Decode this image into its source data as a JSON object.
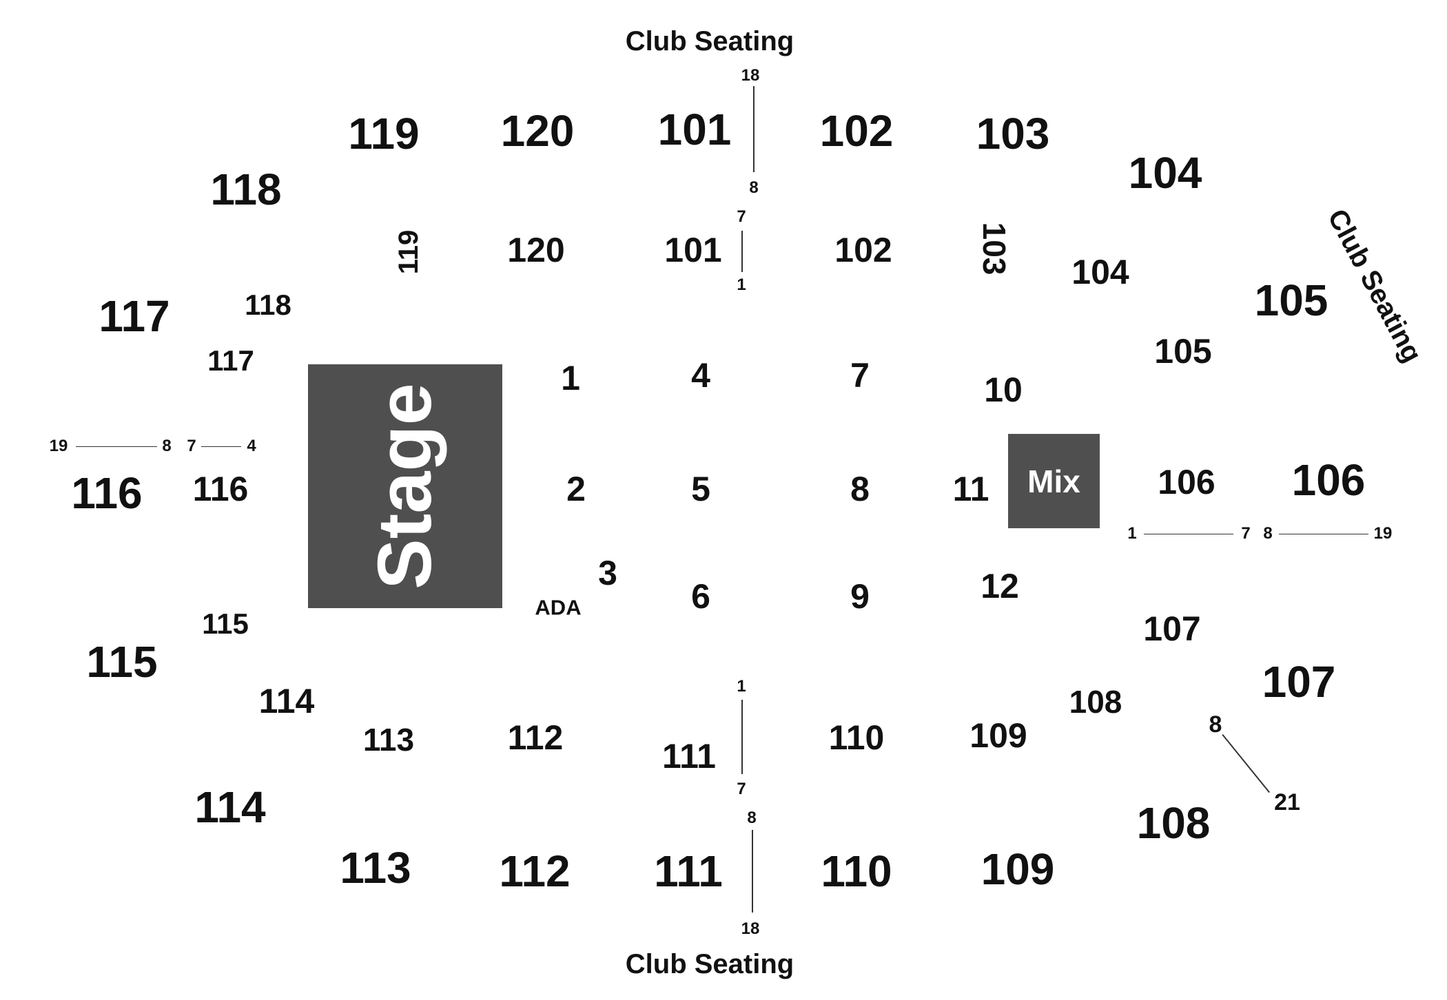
{
  "club_seating": {
    "top": "Club Seating",
    "right": "Club Seating",
    "bottom": "Club Seating"
  },
  "stage": "Stage",
  "mix": "Mix",
  "ada": "ADA",
  "outer_sections": {
    "s119": "119",
    "s120": "120",
    "s101": "101",
    "s102": "102",
    "s103": "103",
    "s118": "118",
    "s104": "104",
    "s105": "105",
    "s117": "117",
    "s116": "116",
    "s106": "106",
    "s115": "115",
    "s107": "107",
    "s114": "114",
    "s108": "108",
    "s113": "113",
    "s112": "112",
    "s111": "111",
    "s110": "110",
    "s109": "109"
  },
  "inner_sections": {
    "s120": "120",
    "s101": "101",
    "s102": "102",
    "s119": "119",
    "s103": "103",
    "s118": "118",
    "s104": "104",
    "s117": "117",
    "s105": "105",
    "s116": "116",
    "s106": "106",
    "s115": "115",
    "s107": "107",
    "s114": "114",
    "s108": "108",
    "s113": "113",
    "s112": "112",
    "s111": "111",
    "s110": "110",
    "s109": "109"
  },
  "floor_sections": [
    "1",
    "2",
    "3",
    "4",
    "5",
    "6",
    "7",
    "8",
    "9",
    "10",
    "11",
    "12"
  ],
  "row_markers": {
    "top_outer_start": "18",
    "top_outer_end": "8",
    "top_inner_start": "7",
    "top_inner_end": "1",
    "left_outer_start": "19",
    "left_outer_end": "8",
    "left_inner_start": "7",
    "left_inner_end": "4",
    "right_inner_start": "1",
    "right_inner_end": "7",
    "right_outer_start": "8",
    "right_outer_end": "19",
    "bottom_inner_start": "1",
    "bottom_inner_end": "7",
    "bottom_outer_start": "8",
    "bottom_outer_end": "18",
    "diag_start": "8",
    "diag_end": "21"
  }
}
